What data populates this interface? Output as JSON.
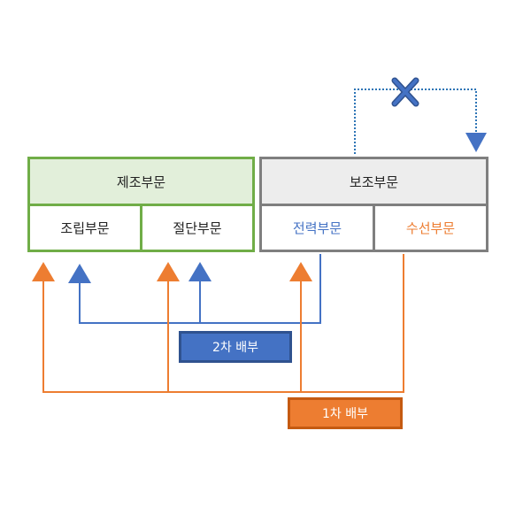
{
  "manufacturing": {
    "title": "제조부문",
    "units": [
      "조립부문",
      "절단부문"
    ],
    "color": "#70ad47"
  },
  "auxiliary": {
    "title": "보조부문",
    "units": [
      "전력부문",
      "수선부문"
    ],
    "color": "#7f7f7f"
  },
  "allocation": {
    "second": {
      "label": "2차 배부",
      "color": "#4472c4"
    },
    "first": {
      "label": "1차 배부",
      "color": "#ed7d31"
    }
  },
  "blocked_link_color": "#2f528f"
}
